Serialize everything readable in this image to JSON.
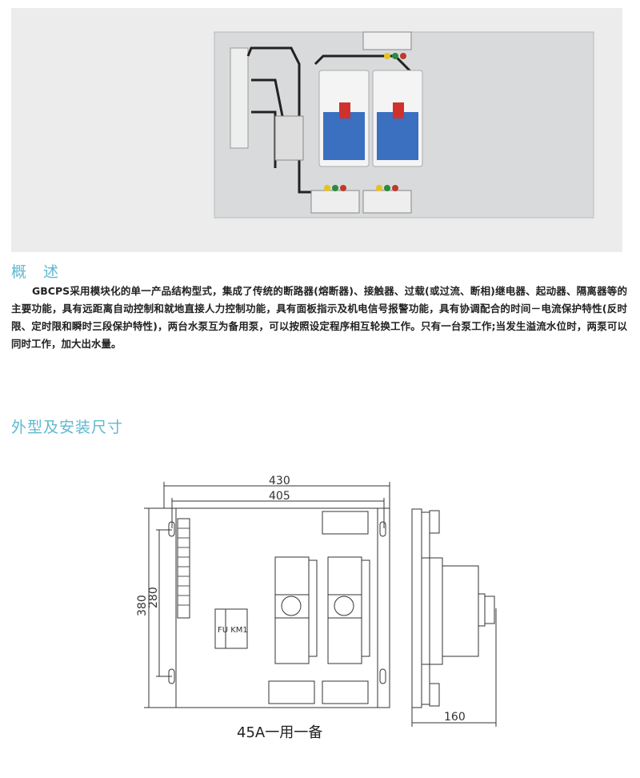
{
  "overview": {
    "heading": "概　述",
    "paragraph": "GBCPS采用模块化的单一产品结构型式，集成了传统的断路器(熔断器)、接触器、过载(或过流、断相)继电器、起动器、隔离器等的主要功能，具有远距离自动控制和就地直接人力控制功能，具有面板指示及机电信号报警功能，具有协调配合的时间－电流保护特性(反时限、定时限和瞬时三段保护特性)，两台水泵互为备用泵，可以按照设定程序相互轮换工作。只有一台泵工作;当发生溢流水位时，两泵可以同时工作，加大出水量。"
  },
  "dimensions": {
    "heading": "外型及安装尺寸",
    "width_outer": "430",
    "width_mount": "405",
    "height_outer": "380",
    "height_mount": "280",
    "depth": "160",
    "fu_km_label": "FU KM1",
    "caption": "45A一用一备"
  }
}
